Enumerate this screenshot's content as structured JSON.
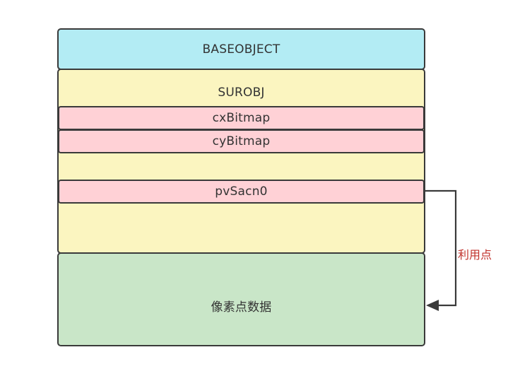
{
  "diagram": {
    "layers": {
      "baseobject": "BASEOBJECT",
      "surobj": "SUROBJ",
      "cx_bitmap": "cxBitmap",
      "cy_bitmap": "cyBitmap",
      "pv_scan0": "pvSacn0",
      "pixel_data": "像素点数据"
    },
    "annotation": {
      "label": "利用点",
      "color": "#c0312b"
    },
    "colors": {
      "baseobject": "#b3ecf4",
      "surobj": "#fbf5c0",
      "field": "#ffd1d6",
      "pixel_data": "#c9e6c8"
    }
  }
}
